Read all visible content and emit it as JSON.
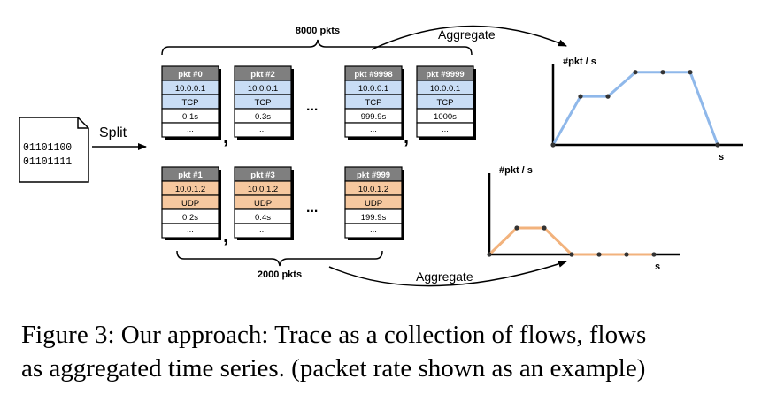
{
  "file": {
    "lines": [
      "01101100",
      "01101111"
    ]
  },
  "split_label": "Split",
  "flow1": {
    "count_label": "8000 pkts",
    "aggregate_label": "Aggregate",
    "packets": [
      {
        "id": "pkt #0",
        "ip": "10.0.0.1",
        "proto": "TCP",
        "time": "0.1s",
        "more": "..."
      },
      {
        "id": "pkt #2",
        "ip": "10.0.0.1",
        "proto": "TCP",
        "time": "0.3s",
        "more": "..."
      },
      {
        "id": "pkt #9998",
        "ip": "10.0.0.1",
        "proto": "TCP",
        "time": "999.9s",
        "more": "..."
      },
      {
        "id": "pkt #9999",
        "ip": "10.0.0.1",
        "proto": "TCP",
        "time": "1000s",
        "more": "..."
      }
    ]
  },
  "flow2": {
    "count_label": "2000 pkts",
    "aggregate_label": "Aggregate",
    "packets": [
      {
        "id": "pkt #1",
        "ip": "10.0.1.2",
        "proto": "UDP",
        "time": "0.2s",
        "more": "..."
      },
      {
        "id": "pkt #3",
        "ip": "10.0.1.2",
        "proto": "UDP",
        "time": "0.4s",
        "more": "..."
      },
      {
        "id": "pkt #999",
        "ip": "10.0.1.2",
        "proto": "UDP",
        "time": "199.9s",
        "more": "..."
      }
    ]
  },
  "separators": {
    "comma": ",",
    "ellipsis": "..."
  },
  "chart_data": [
    {
      "type": "line",
      "ylabel": "#pkt / s",
      "xlabel": "s",
      "color": "#8fb8ea",
      "x": [
        0,
        1,
        2,
        3,
        4,
        5,
        6
      ],
      "y": [
        0,
        2,
        2,
        3,
        3,
        3,
        0
      ],
      "ylim": [
        0,
        3.5
      ]
    },
    {
      "type": "line",
      "ylabel": "#pkt / s",
      "xlabel": "s",
      "color": "#f2b27c",
      "x": [
        0,
        1,
        2,
        3,
        4,
        5,
        6
      ],
      "y": [
        0,
        1,
        1,
        0,
        0,
        0,
        0
      ],
      "ylim": [
        0,
        3.2
      ]
    }
  ],
  "caption": {
    "line1": "Figure 3: Our approach: Trace as a collection of flows, flows",
    "line2": "as aggregated time series. (packet rate shown as an example)"
  },
  "colors": {
    "header": "#7f7f7f",
    "tcp": "#c9ddf5",
    "udp": "#f6c89f"
  }
}
